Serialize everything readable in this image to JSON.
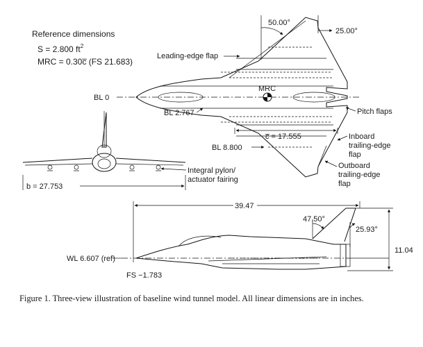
{
  "reference": {
    "heading": "Reference dimensions",
    "area_sym": "S = 2.800 ft",
    "area_exp": "2",
    "mrc": "MRC = 0.30c̅ (FS 21.683)"
  },
  "planform_labels": {
    "le_sweep": "50.00°",
    "te_sweep": "25.00°",
    "leading_edge_flap": "Leading-edge flap",
    "bl0": "BL 0",
    "mrc": "MRC",
    "bl2767": "BL 2.767",
    "pitch_flaps": "Pitch flaps",
    "cbar": "c̅ = 17.555",
    "inboard_1": "Inboard",
    "inboard_2": "trailing-edge",
    "inboard_3": "flap",
    "bl8800": "BL 8.800",
    "outboard_1": "Outboard",
    "outboard_2": "trailing-edge",
    "outboard_3": "flap"
  },
  "front_labels": {
    "pylon_1": "Integral pylon/",
    "pylon_2": "actuator fairing",
    "span": "b = 27.753"
  },
  "side_labels": {
    "length": "39.47",
    "fin_le": "47.50°",
    "fin_te": "25.93°",
    "height": "11.04",
    "wl": "WL 6.607 (ref)",
    "fs": "FS −1.783"
  },
  "caption": "Figure 1.  Three-view illustration of baseline wind tunnel model.  All linear dimensions are in inches."
}
